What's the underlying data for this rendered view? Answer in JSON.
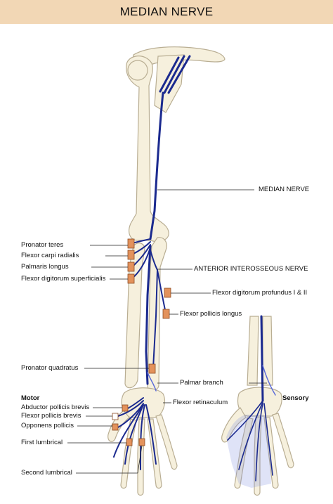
{
  "title": "MEDIAN NERVE",
  "labels": {
    "median_nerve": "MEDIAN NERVE",
    "anterior_interosseous": "ANTERIOR INTEROSSEOUS NERVE",
    "pronator_teres": "Pronator teres",
    "flexor_carpi_radialis": "Flexor carpi radialis",
    "palmaris_longus": "Palmaris longus",
    "fds": "Flexor digitorum superficialis",
    "fdp": "Flexor digitorum profundus I & II",
    "fpl": "Flexor pollicis longus",
    "pronator_quadratus": "Pronator quadratus",
    "palmar_branch": "Palmar branch",
    "motor": "Motor",
    "sensory": "Sensory",
    "apb": "Abductor pollicis brevis",
    "fpb": "Flexor pollicis brevis",
    "opponens": "Opponens pollicis",
    "flexor_retinaculum": "Flexor retinaculum",
    "first_lumbrical": "First lumbrical",
    "second_lumbrical": "Second lumbrical"
  },
  "colors": {
    "title_bg": "#f2d7b5",
    "bone_fill": "#f6f0dd",
    "bone_stroke": "#b9ae93",
    "nerve": "#1b2a8f",
    "muscle_marker": "#e3925c",
    "sensory_area": "#7f8fe0"
  }
}
